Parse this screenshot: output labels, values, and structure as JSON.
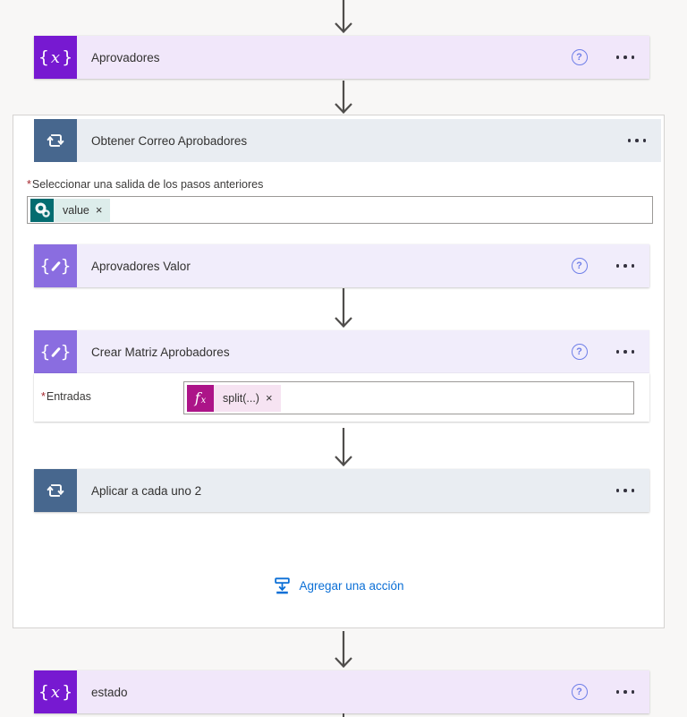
{
  "app": "Power Automate flow designer",
  "colors": {
    "variable_purple": "#7719D1",
    "variable_card_bg": "#F1E7FA",
    "compose_purple": "#8A6DE0",
    "compose_card_bg": "#F1EDFB",
    "loop_blue": "#47678E",
    "loop_card_bg": "#E9EDF2",
    "sharepoint_teal": "#036C70",
    "sharepoint_token_bg": "#DDEDEB",
    "fx_magenta": "#AC1488",
    "fx_token_bg": "#F6E3F2",
    "help_blue": "#6F7FE8",
    "link_blue": "#0B6FD6",
    "arrow_gray": "#4F4D4B",
    "required_red": "#A4262C"
  },
  "cards": {
    "aprovadores": {
      "title": "Aprovadores"
    },
    "obtener": {
      "title": "Obtener Correo Aprobadores"
    },
    "select_field": {
      "required": "*",
      "label": "Seleccionar una salida de los pasos anteriores",
      "token_label": "value",
      "token_remove": "×"
    },
    "aprovadores_valor": {
      "title": "Aprovadores Valor"
    },
    "crear_matriz": {
      "title": "Crear Matriz Aprobadores"
    },
    "entradas_field": {
      "required": "*",
      "label": "Entradas",
      "token_label": "split(...)",
      "token_remove": "×"
    },
    "aplicar_cada_uno": {
      "title": "Aplicar a cada uno 2"
    },
    "add_action": {
      "label": "Agregar una acción"
    },
    "estado": {
      "title": "estado"
    }
  },
  "icons": {
    "help": "?",
    "brace_open": "{",
    "brace_close": "}",
    "variable_x": "x",
    "fx_f": "f",
    "fx_x": "x"
  }
}
